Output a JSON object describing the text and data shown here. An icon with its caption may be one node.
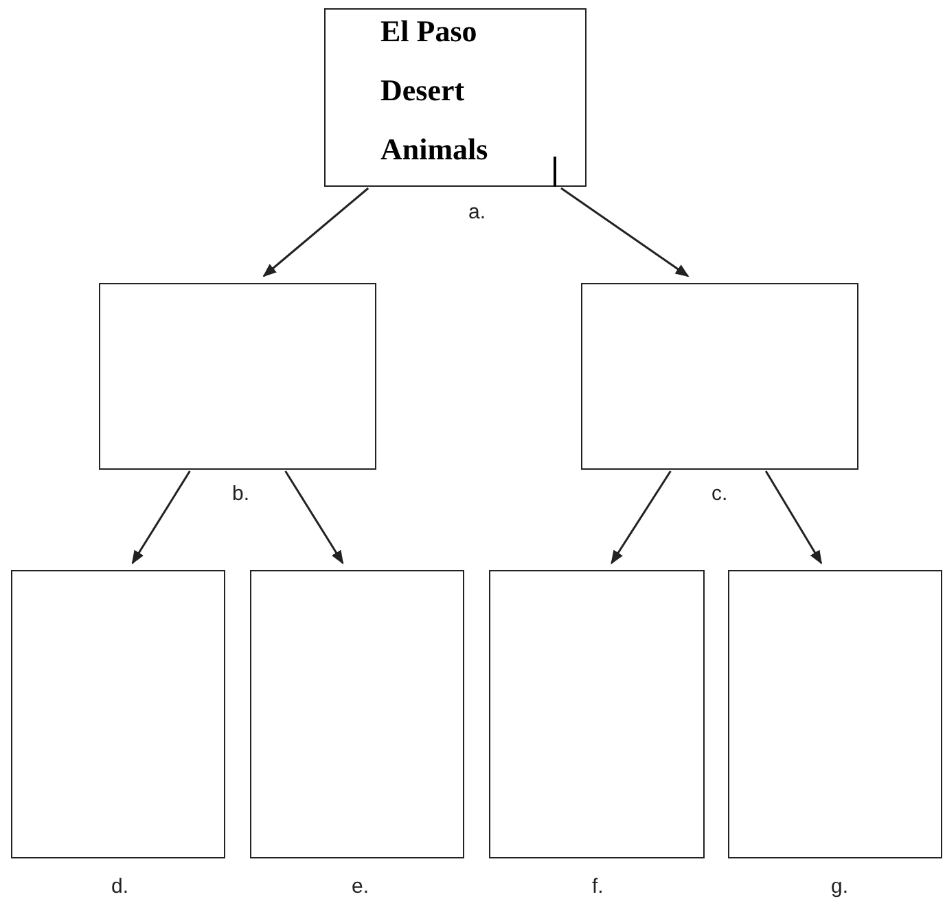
{
  "diagram": {
    "nodes": [
      {
        "text": [
          "El Paso Desert Animals"
        ],
        "beside": [
          "a."
        ]
      },
      {
        "text": [],
        "shape": "box",
        "beside": [
          "b."
        ]
      },
      {
        "text": [],
        "shape": "box",
        "beside": [
          "c."
        ]
      },
      {
        "text": [],
        "shape": "box",
        "beside": [
          "d."
        ]
      },
      {
        "text": [],
        "shape": "box",
        "beside": [
          "e."
        ]
      },
      {
        "text": [],
        "shape": "box",
        "beside": [
          "f."
        ]
      },
      {
        "text": [],
        "shape": "box",
        "beside": [
          "g."
        ]
      }
    ],
    "edges": [
      {
        "from": 0,
        "to": 1,
        "arrow": "to"
      },
      {
        "from": 0,
        "to": 2,
        "arrow": "to"
      },
      {
        "from": 1,
        "to": 3,
        "arrow": "to"
      },
      {
        "from": 1,
        "to": 4,
        "arrow": "to"
      },
      {
        "from": 2,
        "to": 5,
        "arrow": "to"
      },
      {
        "from": 2,
        "to": 6,
        "arrow": "to"
      }
    ]
  }
}
